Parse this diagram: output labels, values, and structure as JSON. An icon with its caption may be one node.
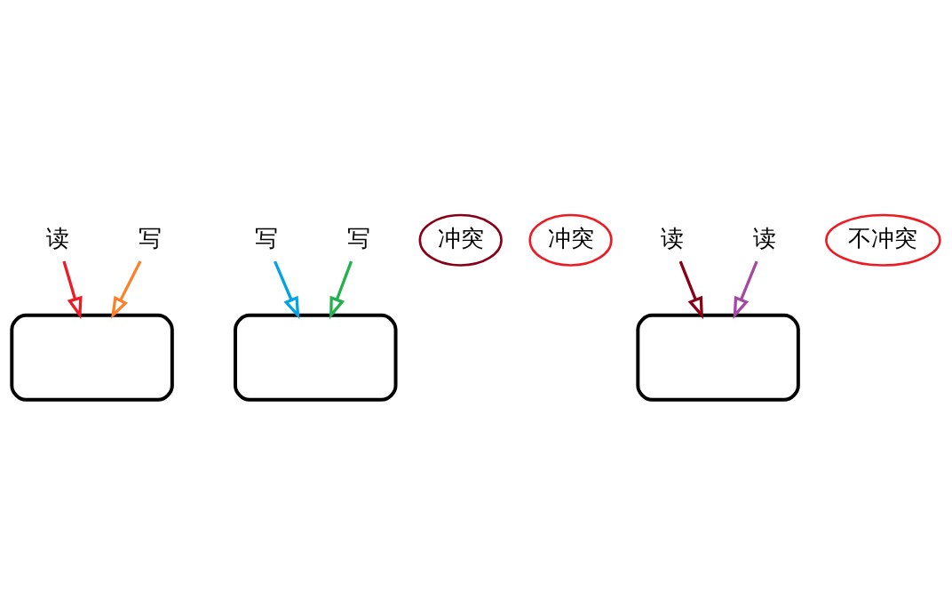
{
  "diagram": {
    "nodes": [
      {
        "text": [
          "读"
        ]
      },
      {
        "text": [
          "写"
        ]
      },
      {
        "text": [
          "写"
        ]
      },
      {
        "text": [
          "写"
        ]
      },
      {
        "text": [
          "冲突"
        ]
      },
      {
        "text": [
          "冲突"
        ]
      },
      {
        "text": [],
        "shape": "box"
      },
      {
        "text": [],
        "shape": "box"
      },
      {
        "text": [
          "读"
        ]
      },
      {
        "text": [
          "读"
        ]
      },
      {
        "text": [
          "不冲突"
        ]
      },
      {
        "text": [],
        "shape": "box"
      }
    ],
    "edges": [
      {
        "from": 0,
        "to": 6,
        "arrow": "to",
        "color": "#ed1c24"
      },
      {
        "from": 1,
        "to": 6,
        "arrow": "to",
        "color": "#ff7f27"
      },
      {
        "from": 2,
        "to": 7,
        "arrow": "to",
        "color": "#00a2e8"
      },
      {
        "from": 3,
        "to": 7,
        "arrow": "to",
        "color": "#22b14c"
      },
      {
        "from": 8,
        "to": 11,
        "arrow": "to",
        "color": "#880015"
      },
      {
        "from": 9,
        "to": 11,
        "arrow": "to",
        "color": "#a349a4"
      }
    ]
  }
}
